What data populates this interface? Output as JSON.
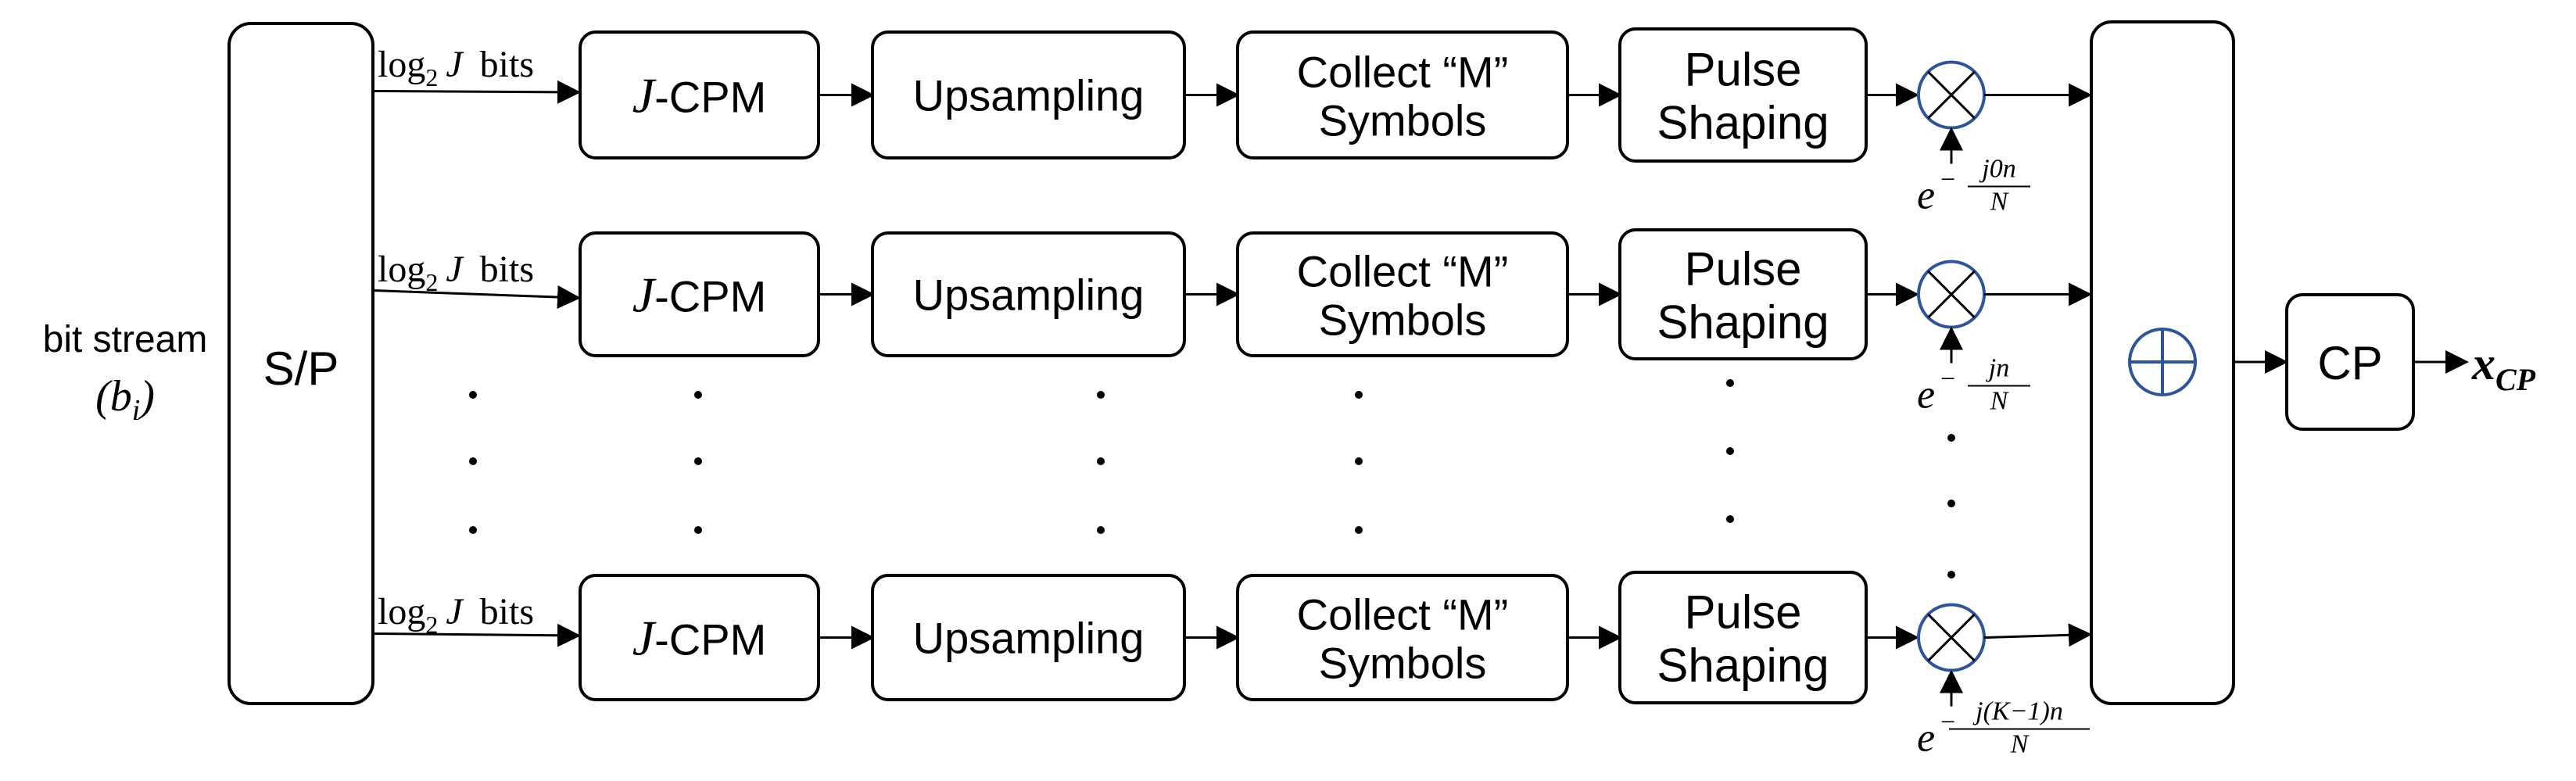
{
  "colors": {
    "stroke": "#000000",
    "mixer_stroke": "#2f5597",
    "background": "#ffffff"
  },
  "input": {
    "label": "bit stream",
    "symbol": "(b",
    "symbol_sub": "i",
    "symbol_close": ")"
  },
  "sp": {
    "label": "S/P"
  },
  "bits_label": {
    "log": "log",
    "base": "2",
    "var": "J",
    "word": "bits"
  },
  "blocks": {
    "cpm": {
      "var": "J",
      "suffix": "-CPM"
    },
    "upsampling": "Upsampling",
    "collect_line1": "Collect “M”",
    "collect_line2": "Symbols",
    "pulse_line1": "Pulse",
    "pulse_line2": "Shaping"
  },
  "exponentials": [
    {
      "base": "e",
      "sign": "−",
      "num": "j0n",
      "den": "N"
    },
    {
      "base": "e",
      "sign": "−",
      "num": "jn",
      "den": "N"
    },
    {
      "base": "e",
      "sign": "−",
      "num": "j(K−1)n",
      "den": "N"
    }
  ],
  "cp": {
    "label": "CP"
  },
  "output": {
    "symbol": "x",
    "sub": "CP"
  }
}
